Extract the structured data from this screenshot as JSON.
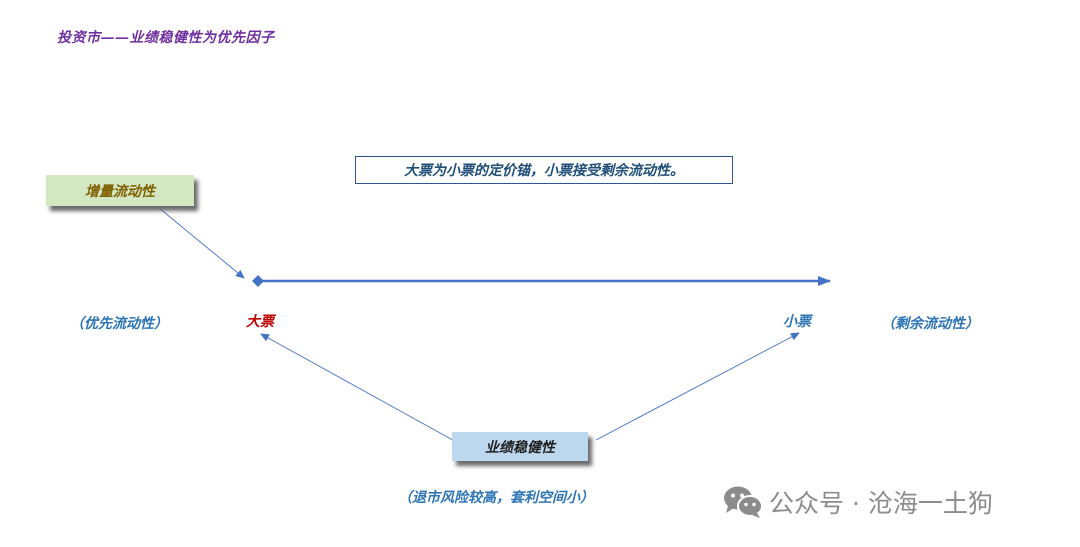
{
  "title": "投资市——业绩稳健性为优先因子",
  "callout": "大票为小票的定价锚，小票接受剩余流动性。",
  "incremental_liquidity": "增量流动性",
  "priority_liquidity": "（优先流动性）",
  "big_ticket": "大票",
  "small_ticket": "小票",
  "residual_liquidity": "（剩余流动性）",
  "performance_stability": "业绩稳健性",
  "exit_note": "（退市风险较高，套利空间小）",
  "watermark": {
    "icon": "wechat-icon",
    "text": "公众号 · 沧海一土狗"
  },
  "colors": {
    "title": "#7030a0",
    "arrow": "#4472c4",
    "label_blue": "#2e75b6",
    "big_ticket": "#c00000"
  }
}
